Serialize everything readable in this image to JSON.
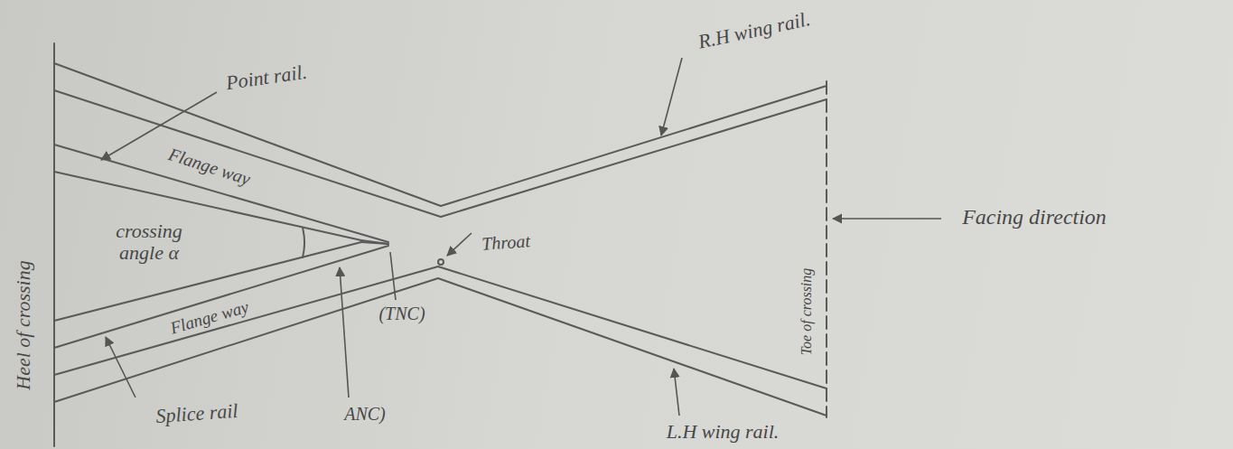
{
  "diagram": {
    "labels": [
      "Point rail.",
      "R.H wing rail.",
      "Flange way",
      "crossing angle α",
      "Throat",
      "Facing direction",
      "Heel of crossing",
      "Toe of crossing",
      "Flange way",
      "(TNC)",
      "Splice rail",
      "ANC)",
      "L.H wing rail."
    ]
  }
}
